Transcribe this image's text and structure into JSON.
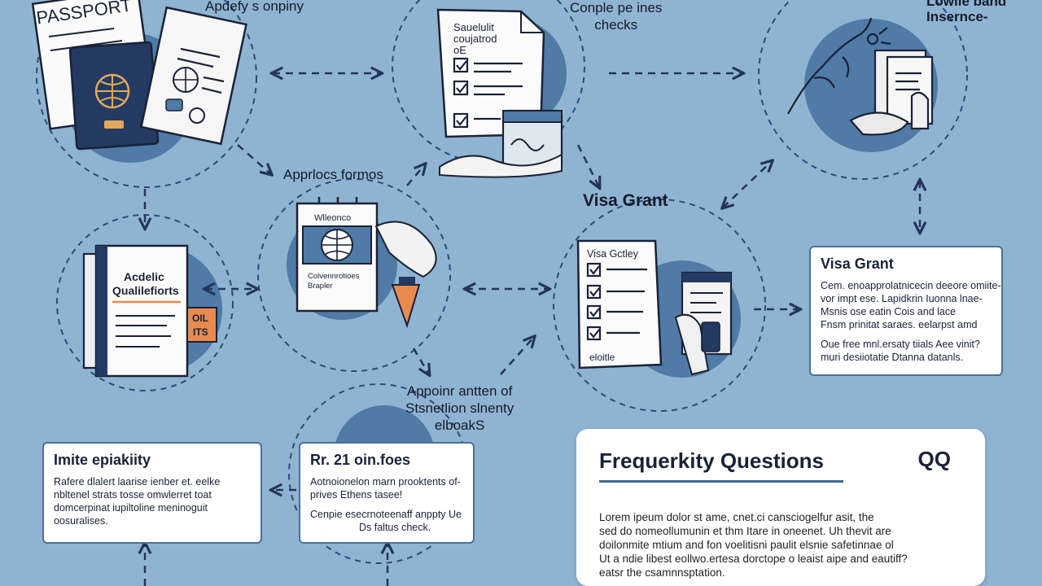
{
  "labels": {
    "applying": "Apdefy s onpiny",
    "compile_checks": [
      "Conple pe ines",
      "checks"
    ],
    "lowlie_band": [
      "Lowlie band",
      "Insernce-"
    ],
    "approcs": "Apprlocs formos",
    "visa_grant": "Visa Grant",
    "appointment": [
      "Appoinr antten of",
      "Stsnetlion slnenty",
      "elboakS"
    ]
  },
  "illustrations": {
    "passport_text": "PASSPORT",
    "academic_lines": [
      "Acdelic",
      "Qualilefiorts"
    ],
    "academic_tag": [
      "OIL",
      "ITS"
    ],
    "checklist_title": [
      "Sauelulit",
      "coujatrod",
      "oE"
    ],
    "form_header": "Wlleonco",
    "form_caption": [
      "Colvennrotioes",
      "Brapler"
    ],
    "visa_doc_title": "Visa Gctley",
    "visa_doc_sign": "eloitle"
  },
  "cards": {
    "visa_grant": {
      "title": "Visa Grant",
      "lines": [
        "Cem. enoapprolatnicecin deeore omiite-",
        "vor impt ese. Lapidkrin Iuonna lnae-",
        "Msnis ose eatin Cois and lace",
        "Fnsm prinitat saraes. eelarpst amd"
      ],
      "lines2": [
        "Oue free mnl.ersaty tiials Aee vinit?",
        "muri desiiotatie Dtanna datanls."
      ]
    },
    "imite": {
      "title": "Imite epiakiity",
      "lines": [
        "Rafere dlalert laarise ienber et. eelke",
        "nbltenel strats tosse omwlerret toat",
        "domcerpinat iupiltoline meninoguit",
        "oosuralises."
      ]
    },
    "fees": {
      "title": "Rr. 21 oin.foes",
      "lines": [
        "Aotnoionelon marn prooktents of-",
        "prives Ethens tasee!"
      ],
      "lines2": [
        "Cenpie esecrnoteenaff anppty Ue",
        "Ds faltus check."
      ]
    }
  },
  "faq": {
    "title": "Frequerkity Questions",
    "badge": "QQ",
    "lines": [
      "Lorem ipeum dolor st ame, cnet.ci cansciogelfur asit, the",
      "sed do nomeollumunin et thm Itare in oneenet. Uh thevit are",
      "doilonmite mtium and fon voelitisni paulit elsnie safetinnae ol",
      "Ut a ndie libest eollwo.ertesa dorctope o leaist aipe and eautiff?",
      "eatsr the csamnnsptation."
    ]
  },
  "colors": {
    "background": "#8fb4d2",
    "circle_fill": "#4f7ba6",
    "dashed_line": "#2d4a78",
    "arrow": "#23345e",
    "passport_navy": "#243a63",
    "orange_accent": "#e98a4f"
  },
  "icons": [
    "passport-icon",
    "checklist-icon",
    "globe-form-icon",
    "visa-document-icon",
    "map-icon",
    "academic-doc-icon",
    "qq-badge-icon"
  ]
}
